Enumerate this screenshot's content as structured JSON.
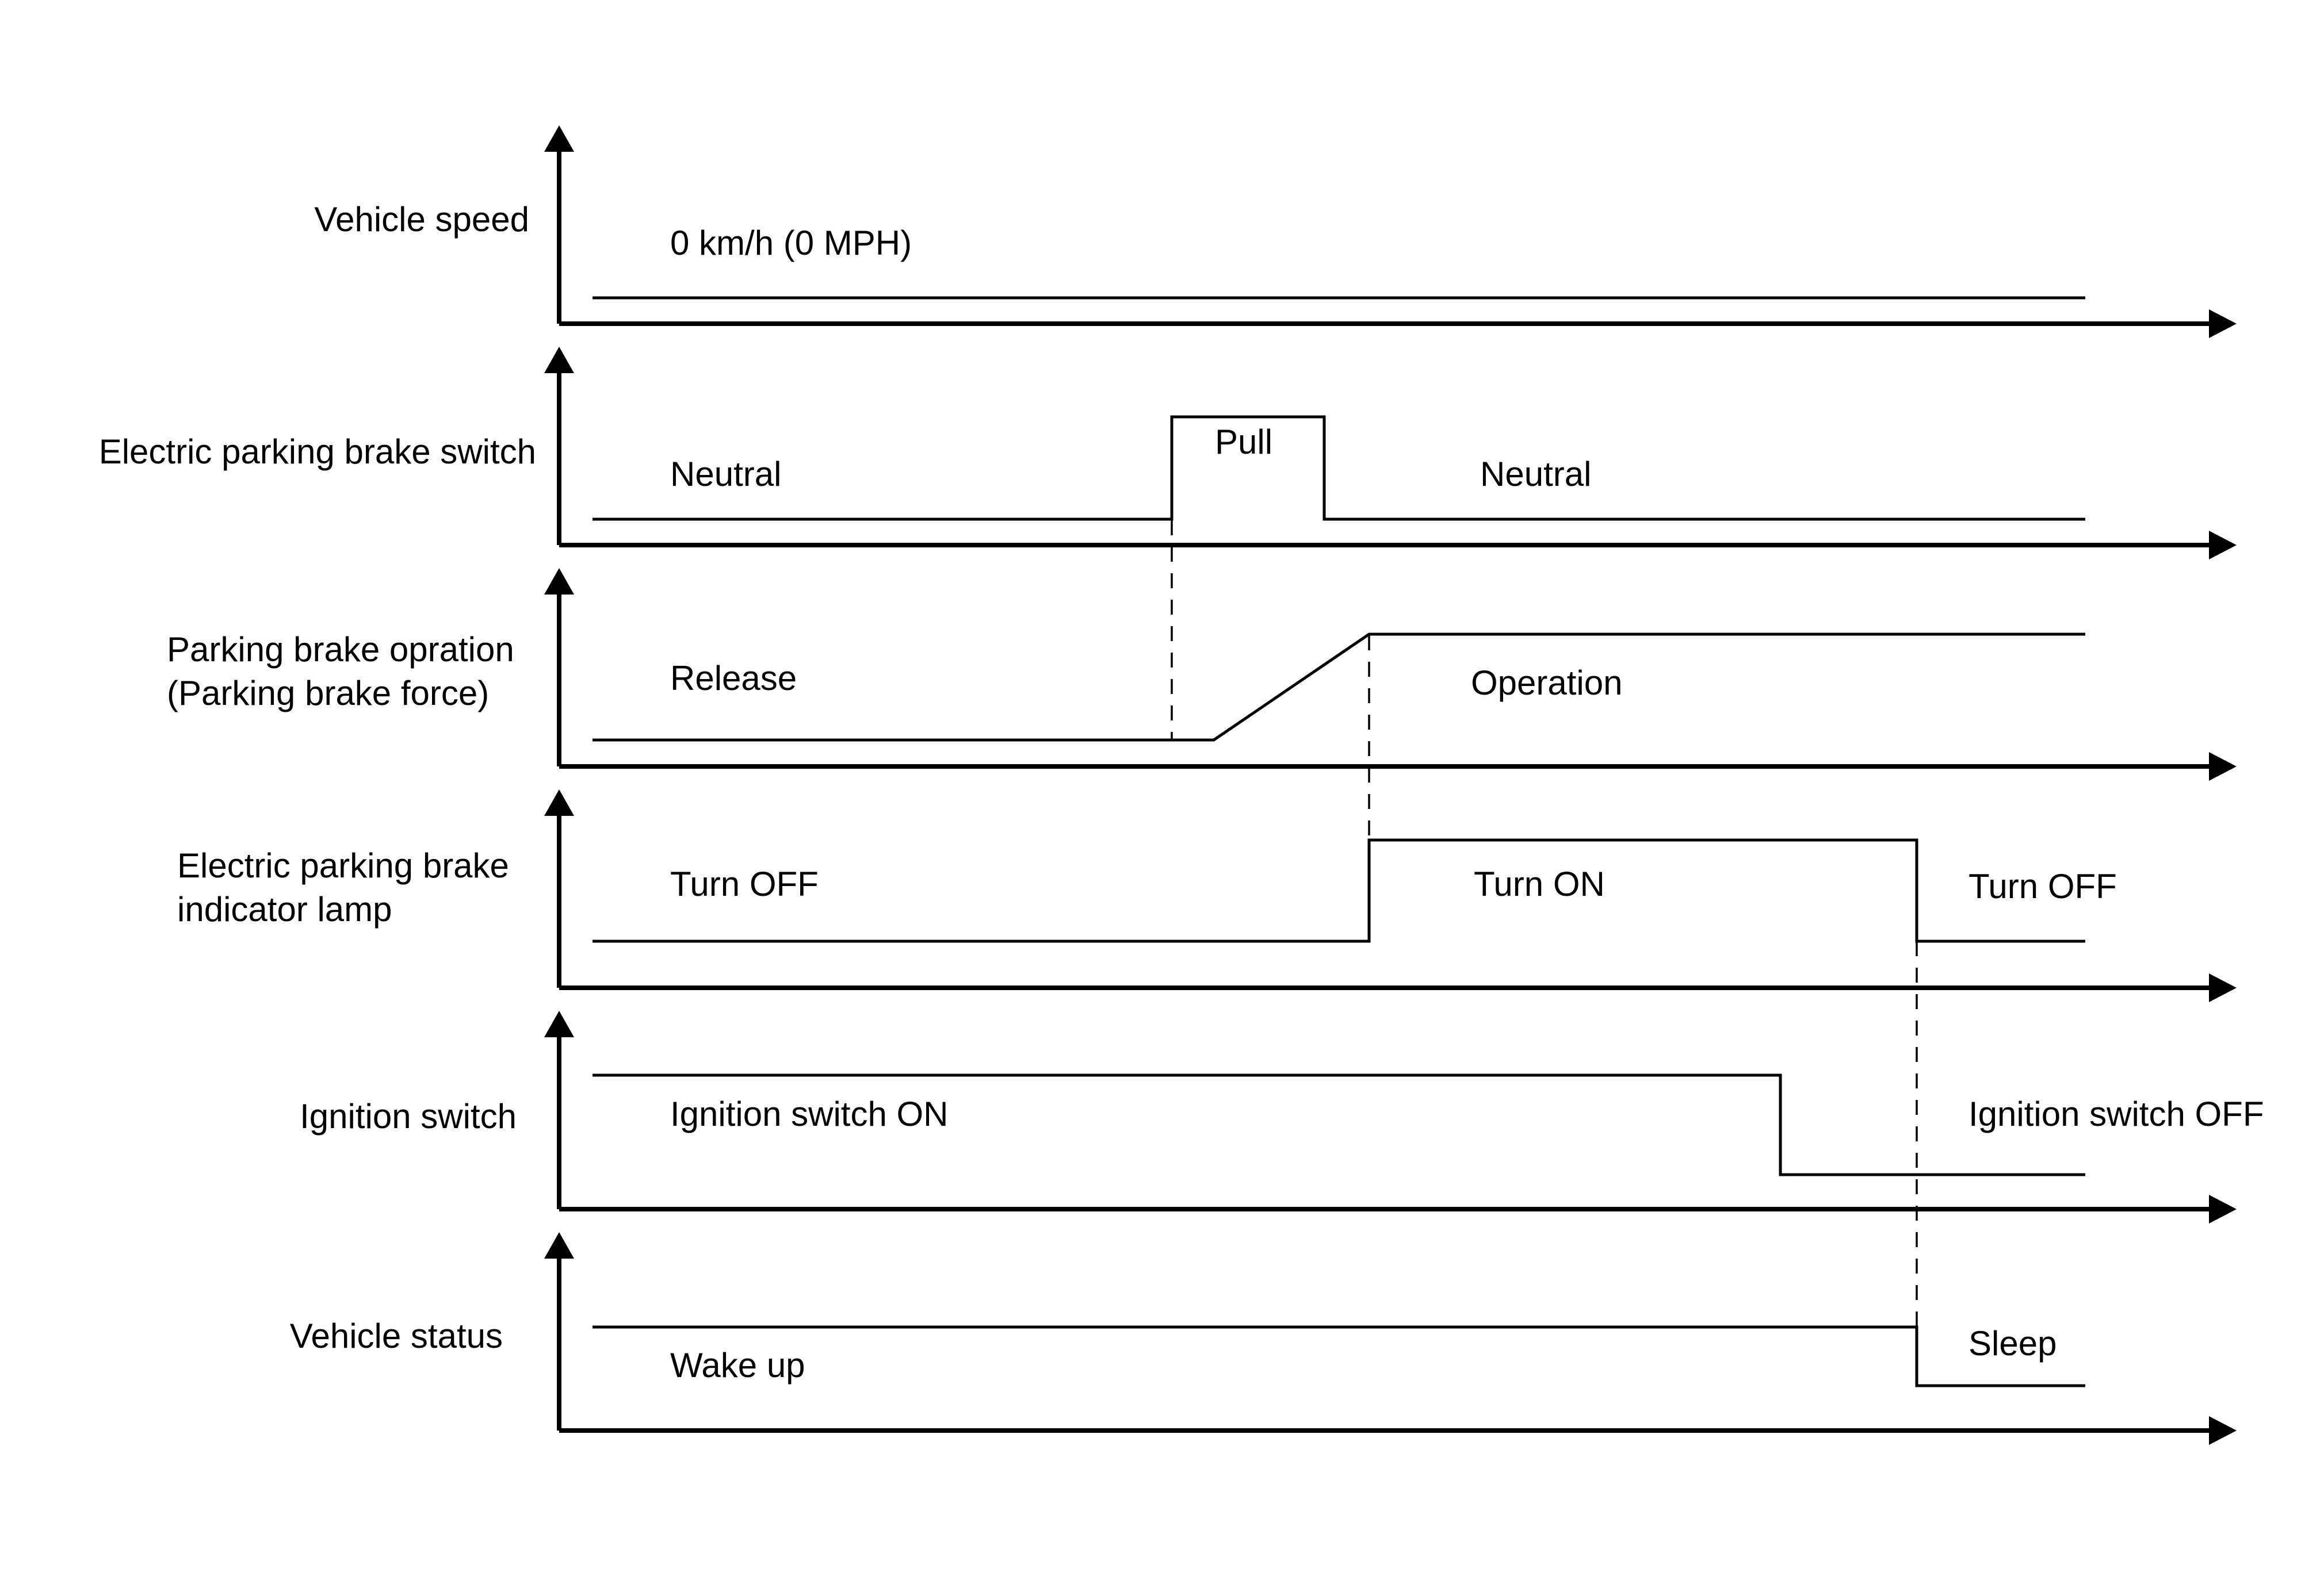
{
  "rows": [
    {
      "label_lines": [
        "Vehicle speed"
      ],
      "states": [
        "0 km/h (0 MPH)"
      ]
    },
    {
      "label_lines": [
        "Electric parking brake switch"
      ],
      "states": [
        "Neutral",
        "Pull",
        "Neutral"
      ]
    },
    {
      "label_lines": [
        "Parking brake opration",
        "(Parking brake force)"
      ],
      "states": [
        "Release",
        "Operation"
      ]
    },
    {
      "label_lines": [
        "Electric parking brake",
        "indicator lamp"
      ],
      "states": [
        "Turn OFF",
        "Turn ON",
        "Turn OFF"
      ]
    },
    {
      "label_lines": [
        "Ignition switch"
      ],
      "states": [
        "Ignition switch ON",
        "Ignition switch OFF"
      ]
    },
    {
      "label_lines": [
        "Vehicle status"
      ],
      "states": [
        "Wake up",
        "Sleep"
      ]
    }
  ]
}
